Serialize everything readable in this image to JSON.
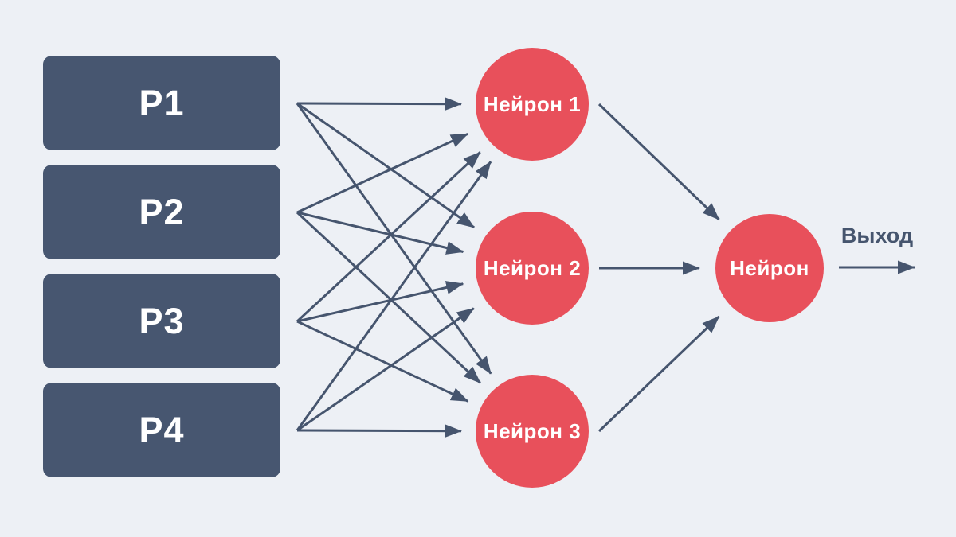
{
  "diagram": {
    "inputs": [
      {
        "id": "p1",
        "label": "P1"
      },
      {
        "id": "p2",
        "label": "P2"
      },
      {
        "id": "p3",
        "label": "P3"
      },
      {
        "id": "p4",
        "label": "P4"
      }
    ],
    "hidden_neurons": [
      {
        "id": "n1",
        "label": "Нейрон 1"
      },
      {
        "id": "n2",
        "label": "Нейрон 2"
      },
      {
        "id": "n3",
        "label": "Нейрон 3"
      }
    ],
    "output_neuron": {
      "id": "out",
      "label": "Нейрон"
    },
    "output_label": "Выход",
    "edges": {
      "input_to_hidden": [
        [
          "p1",
          "n1"
        ],
        [
          "p1",
          "n2"
        ],
        [
          "p1",
          "n3"
        ],
        [
          "p2",
          "n1"
        ],
        [
          "p2",
          "n2"
        ],
        [
          "p2",
          "n3"
        ],
        [
          "p3",
          "n1"
        ],
        [
          "p3",
          "n2"
        ],
        [
          "p3",
          "n3"
        ],
        [
          "p4",
          "n1"
        ],
        [
          "p4",
          "n2"
        ],
        [
          "p4",
          "n3"
        ]
      ],
      "hidden_to_output": [
        [
          "n1",
          "out"
        ],
        [
          "n2",
          "out"
        ],
        [
          "n3",
          "out"
        ]
      ]
    },
    "colors": {
      "background": "#EDF0F5",
      "input_box": "#475670",
      "neuron": "#E8505B",
      "arrow": "#46556E",
      "label_text": "#46556E",
      "node_text": "#FFFFFF"
    }
  }
}
